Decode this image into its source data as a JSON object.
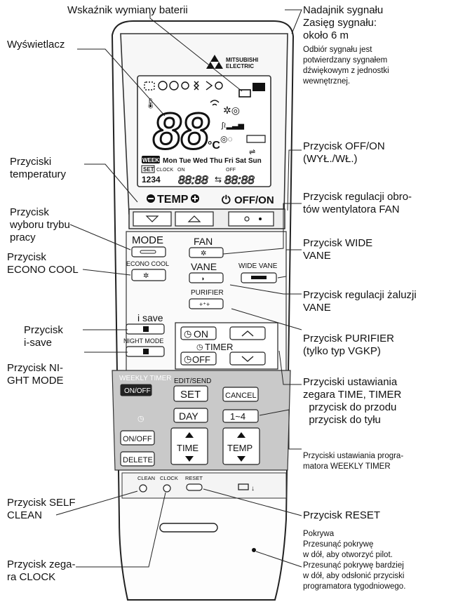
{
  "labels": {
    "battery_indicator": "Wskaźnik wymiany baterii",
    "display": "Wyświetlacz",
    "temp_buttons": "Przyciski\ntemperatury",
    "mode_button": "Przycisk\nwyboru trybu\npracy",
    "econo_button": "Przycisk\nECONO COOL",
    "isave_button": "Przycisk\ni-save",
    "night_button": "Przycisk NI-\nGHT MODE",
    "self_clean": "Przycisk SELF\nCLEAN",
    "clock_button": "Przycisk zega-\nra CLOCK",
    "transmitter": "Nadajnik sygnału\nZasięg sygnału:\nokoło 6 m",
    "transmitter_note": "Odbiór sygnału jest\npotwierdzany sygnałem\ndźwiękowym z jednostki\nwewnętrznej.",
    "off_on": "Przycisk OFF/ON\n(WYŁ./WŁ.)",
    "fan_speed": "Przycisk regulacji obro-\ntów wentylatora FAN",
    "wide_vane": "Przycisk WIDE\nVANE",
    "vane": "Przycisk regulacji żaluzji\nVANE",
    "purifier": "Przycisk PURIFIER\n(tylko typ VGKP)",
    "time_timer": "Przyciski ustawiania\nzegara TIME, TIMER\n  przycisk do przodu\n  przycisk do tyłu",
    "weekly_timer": "Przyciski ustawiania progra-\nmatora WEEKLY TIMER",
    "reset": "Przycisk RESET",
    "cover": "Pokrywa\nPrzesunąć pokrywę\nw dół, aby otworzyć pilot.\nPrzesunąć pokrywę bardziej\nw dół, aby odsłonić przyciski\nprogramatora tygodniowego."
  },
  "remote": {
    "brand_line1": "MITSUBISHI",
    "brand_line2": "ELECTRIC",
    "temp_digits": "88",
    "unit": "°C",
    "weekly_badge": "WEEKLY",
    "days": "Mon Tue Wed Thu Fri Sat Sun",
    "set_badge": "SET",
    "clock_on": "CLOCK",
    "on_small": "ON",
    "off_small": "OFF",
    "program_nums": "1234",
    "time_left": "88:88",
    "arrow": "⇆",
    "time_right": "88:88",
    "temp_label": "TEMP",
    "offon_label": "OFF/ON",
    "mode": "MODE",
    "econo_cool": "ECONO COOL",
    "fan": "FAN",
    "vane": "VANE",
    "wide_vane": "WIDE VANE",
    "purifier": "PURIFIER",
    "isave": "i save",
    "night_mode": "NIGHT MODE",
    "timer_on": "ON",
    "timer_label": "TIMER",
    "timer_off": "OFF",
    "weekly_timer": "WEEKLY TIMER",
    "weekly_onoff": "ON/OFF",
    "edit_send": "EDIT/SEND",
    "set": "SET",
    "cancel": "CANCEL",
    "day": "DAY",
    "one_four": "1~4",
    "onoff2": "ON/OFF",
    "delete": "DELETE",
    "time_btn": "TIME",
    "temp_btn": "TEMP",
    "clean": "CLEAN",
    "clock": "CLOCK",
    "reset": "RESET"
  }
}
